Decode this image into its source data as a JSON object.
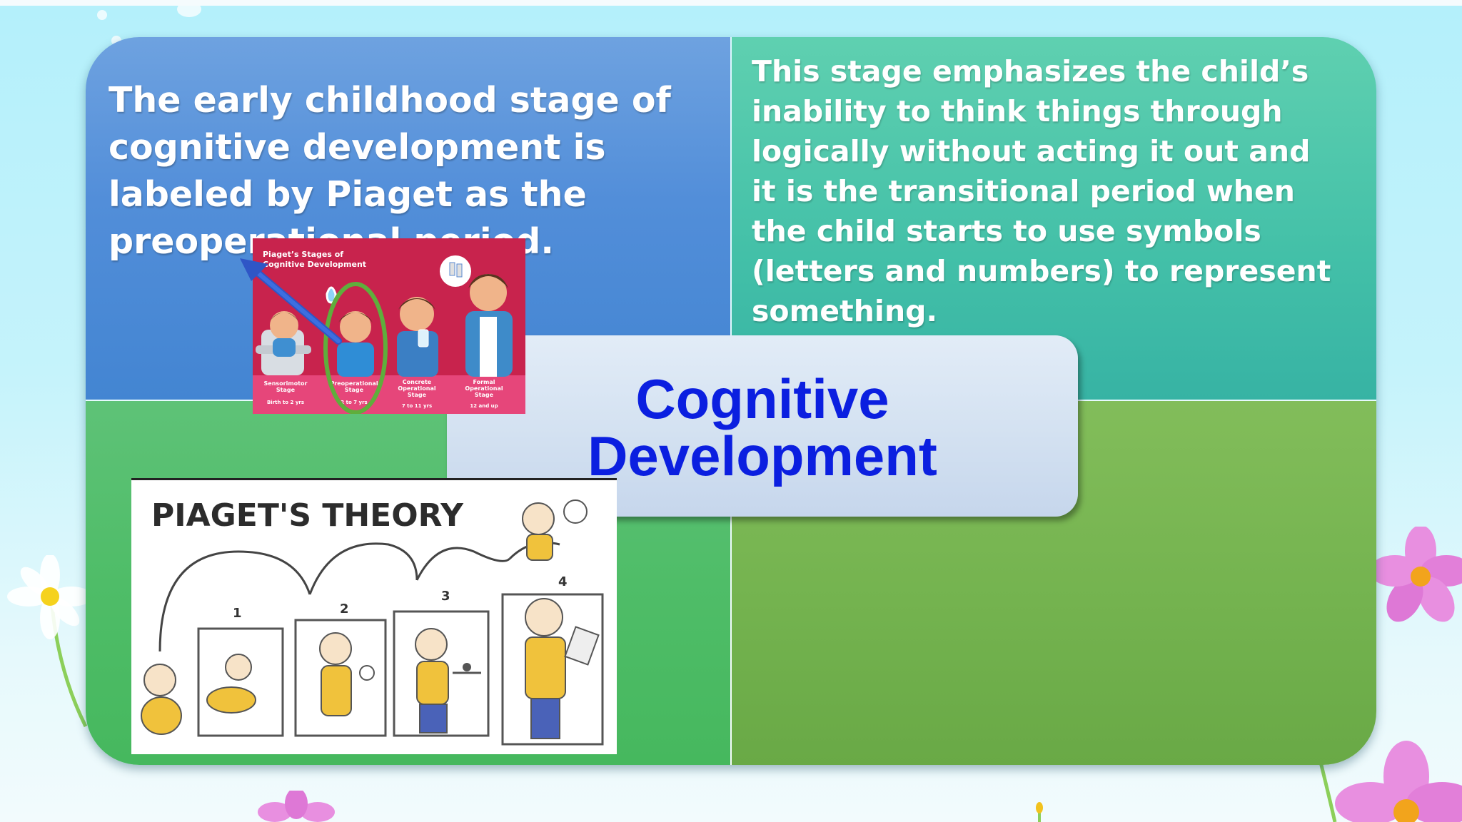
{
  "slide": {
    "top_left_text": "The early childhood stage of cognitive development is labeled by Piaget as the preoperational period.",
    "top_right_text": "This stage emphasizes the child’s inability to think things through logically without acting it out and it is the transitional period when the child starts to use symbols (letters and numbers) to represent something.",
    "center_title": "Cognitive Development"
  },
  "stages_image": {
    "title_line1": "Piaget’s Stages of",
    "title_line2": "Cognitive Development",
    "stages": [
      {
        "name_line1": "Sensorimotor",
        "name_line2": "Stage",
        "name_line3": "",
        "age": "Birth to 2 yrs"
      },
      {
        "name_line1": "Preoperational",
        "name_line2": "Stage",
        "name_line3": "",
        "age": "2 to 7 yrs"
      },
      {
        "name_line1": "Concrete",
        "name_line2": "Operational",
        "name_line3": "Stage",
        "age": "7 to 11 yrs"
      },
      {
        "name_line1": "Formal",
        "name_line2": "Operational",
        "name_line3": "Stage",
        "age": "12 and up"
      }
    ]
  },
  "theory_image": {
    "title": "PIAGET'S THEORY",
    "numbers": [
      "1",
      "2",
      "3",
      "4"
    ]
  },
  "colors": {
    "title_blue": "#0b1fe0",
    "quad_blue": "#528ed9",
    "quad_teal": "#43c0a8",
    "quad_green": "#4fbd68",
    "quad_olive": "#74b34f",
    "stages_bg": "#c8234d"
  }
}
